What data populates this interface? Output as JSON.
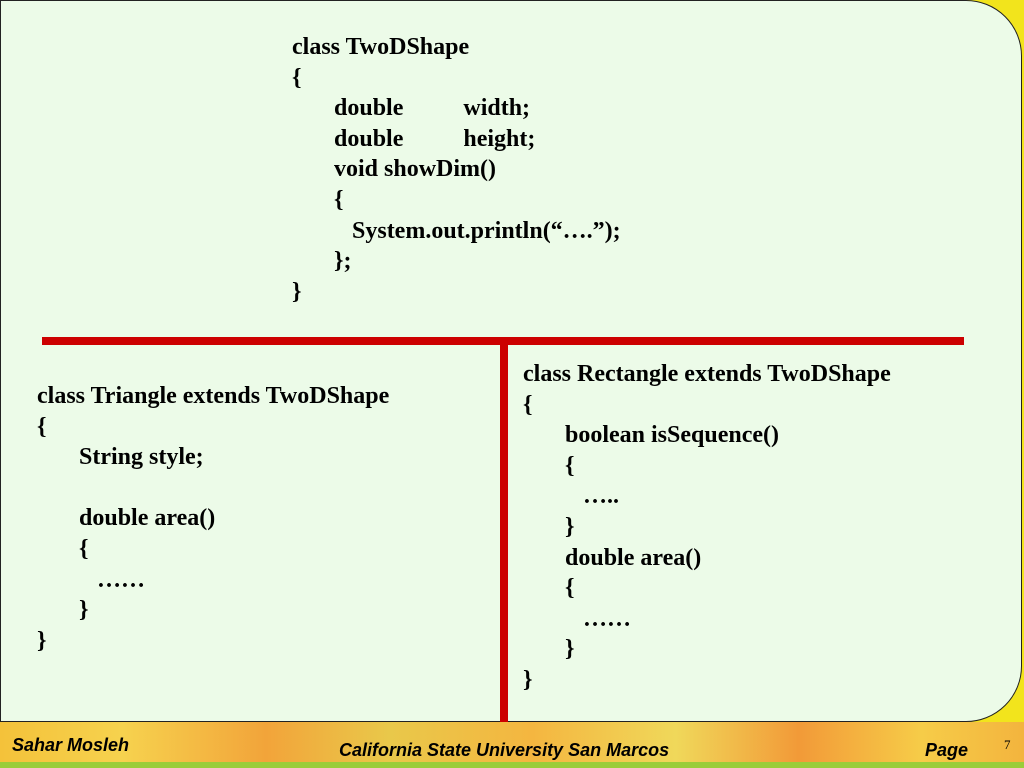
{
  "blocks": {
    "top": [
      "class TwoDShape",
      "{",
      "       double          width;",
      "       double          height;",
      "       void showDim()",
      "       {",
      "          System.out.println(“….”);",
      "       };",
      "}"
    ],
    "left": [
      "class Triangle extends TwoDShape",
      "{",
      "       String style;",
      "",
      "       double area()",
      "       {",
      "          ……",
      "       }",
      "}"
    ],
    "right": [
      "class Rectangle extends TwoDShape",
      "{",
      "       boolean isSequence()",
      "       {",
      "          …..",
      "       }",
      "       double area()",
      "       {",
      "          ……",
      "       }",
      "}"
    ]
  },
  "colors": {
    "divider": "#cc0000",
    "panel": "#ecfbe8",
    "frame": "#f2e41c"
  },
  "footer": {
    "author": "Sahar Mosleh",
    "university": "California State University San Marcos",
    "page_label": "Page",
    "page_number": "7"
  }
}
